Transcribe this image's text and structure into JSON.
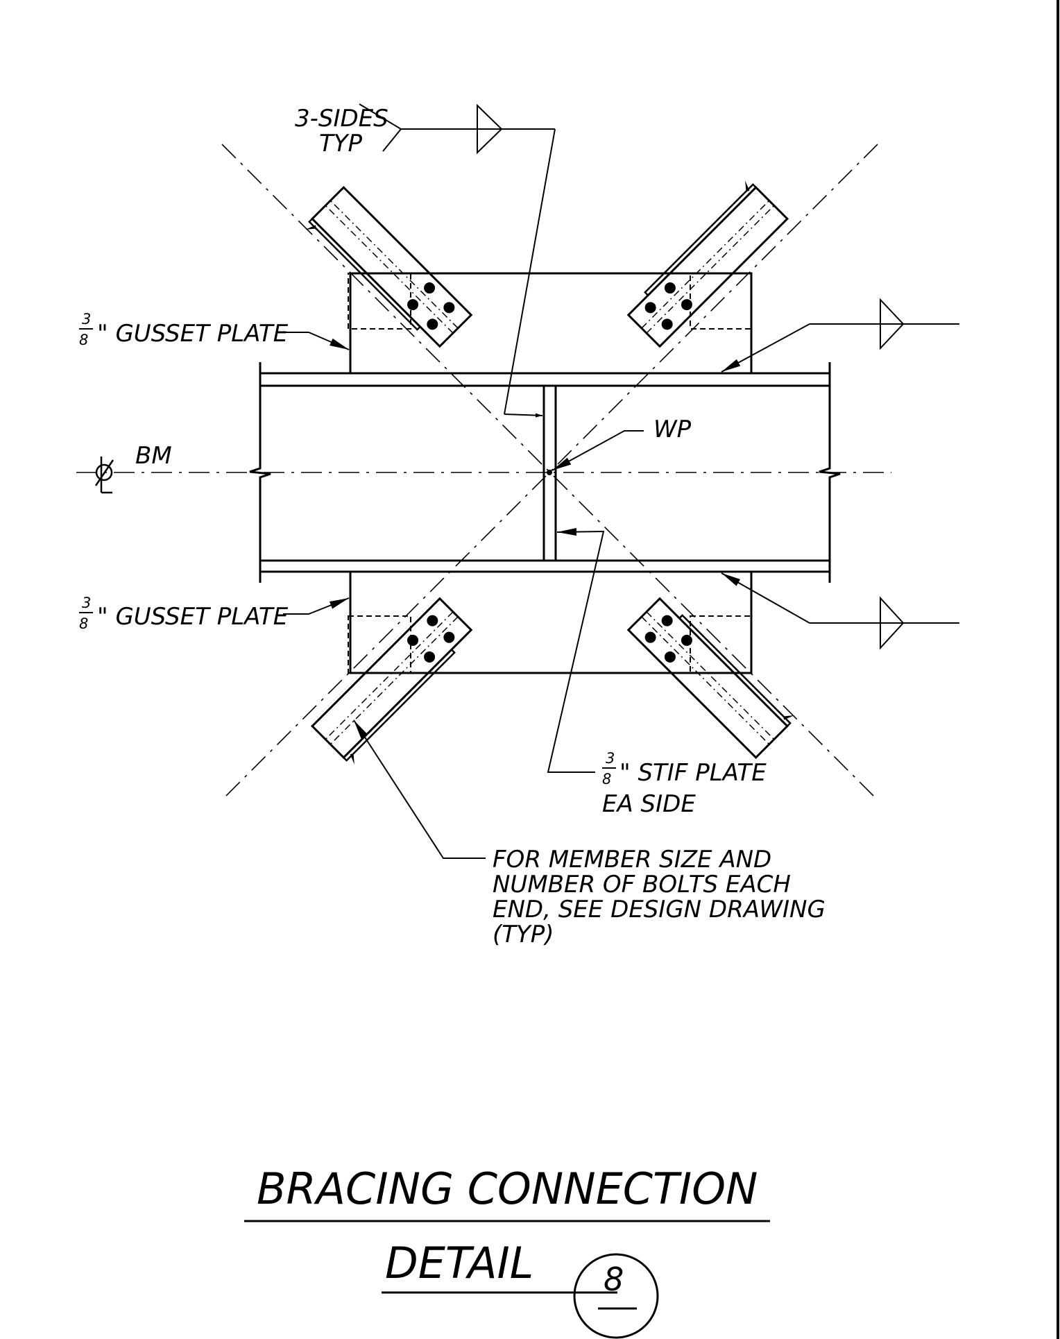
{
  "labels": {
    "weld_3sides": "3-SIDES",
    "weld_typ": "TYP",
    "gusset_top_num": "3",
    "gusset_top_den": "8",
    "gusset_top_text": "\" GUSSET PLATE",
    "gusset_bot_num": "3",
    "gusset_bot_den": "8",
    "gusset_bot_text": "\" GUSSET PLATE",
    "beam_cl": "BM",
    "wp": "WP",
    "stif_num": "3",
    "stif_den": "8",
    "stif_line1": "\" STIF PLATE",
    "stif_line2": "EA SIDE",
    "note_line1": "FOR MEMBER SIZE AND",
    "note_line2": "NUMBER OF BOLTS EACH",
    "note_line3": "END, SEE DESIGN DRAWING",
    "note_line4": "(TYP)"
  },
  "title": {
    "line1": "BRACING CONNECTION",
    "line2": "DETAIL",
    "detail_number": "8"
  }
}
